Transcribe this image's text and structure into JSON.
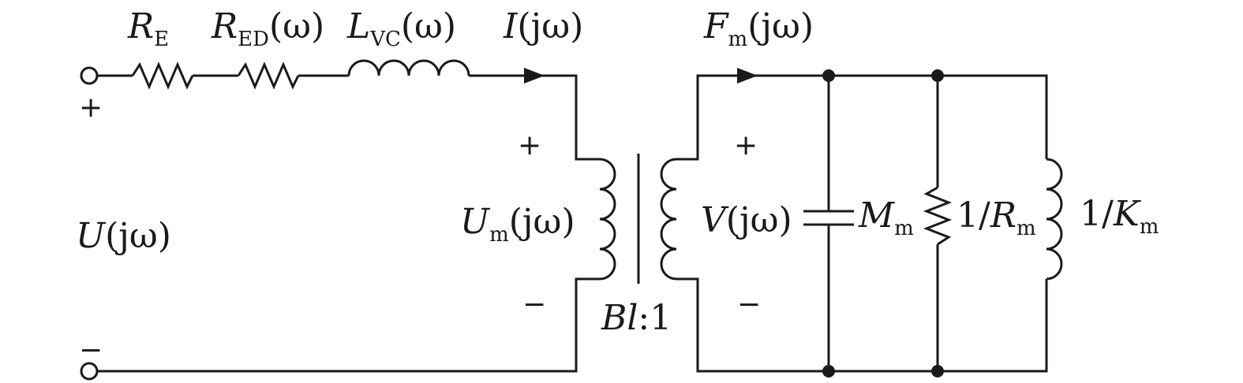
{
  "labels": {
    "R_E": {
      "main": "R",
      "sub": "E"
    },
    "R_ED": {
      "main": "R",
      "sub": "ED",
      "tail": "(ω)"
    },
    "L_VC": {
      "main": "L",
      "sub": "VC",
      "tail": "(ω)"
    },
    "I": {
      "main": "I",
      "tail": "(jω)"
    },
    "F_m": {
      "main": "F",
      "sub": "m",
      "tail": "(jω)"
    },
    "U": {
      "main": "U",
      "tail": "(jω)"
    },
    "U_m": {
      "main": "U",
      "sub": "m",
      "tail": "(jω)"
    },
    "V": {
      "main": "V",
      "tail": "(jω)"
    },
    "M_m": {
      "main": "M",
      "sub": "m"
    },
    "R_m": {
      "pre": "1/",
      "main": "R",
      "sub": "m"
    },
    "K_m": {
      "pre": "1/",
      "main": "K",
      "sub": "m"
    },
    "ratio": {
      "main": "Bl",
      "tail": ":1"
    }
  },
  "signs": {
    "plus": "+",
    "minus": "−"
  },
  "colors": {
    "ink": "#1a1a1a",
    "background": "#ffffff"
  }
}
